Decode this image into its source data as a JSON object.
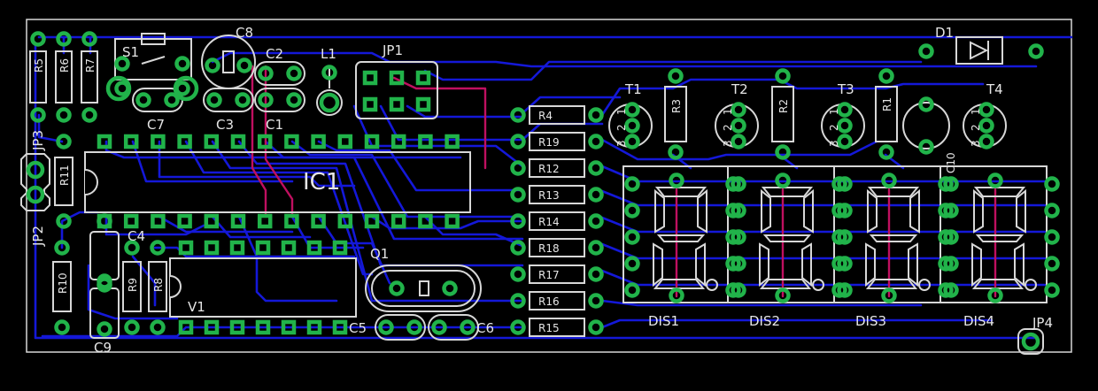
{
  "title": "",
  "components": {
    "ic1": "IC1",
    "v1": "V1",
    "q1": "Q1",
    "s1": "S1",
    "d1": "D1",
    "l1": "L1",
    "jp1": "JP1",
    "jp2": "JP2",
    "jp3": "JP3",
    "jp4": "JP4",
    "c1": "C1",
    "c2": "C2",
    "c3": "C3",
    "c4": "C4",
    "c5": "C5",
    "c6": "C6",
    "c7": "C7",
    "c8": "C8",
    "c9": "C9",
    "c10": "C10",
    "r1": "R1",
    "r2": "R2",
    "r3": "R3",
    "r5": "R5",
    "r6": "R6",
    "r7": "R7",
    "r8": "R8",
    "r9": "R9",
    "r10": "R10",
    "r11": "R11",
    "t1": "T1",
    "t2": "T2",
    "t3": "T3",
    "t4": "T4",
    "dis1": "DIS1",
    "dis2": "DIS2",
    "dis3": "DIS3",
    "dis4": "DIS4"
  },
  "resistor_column": [
    "R4",
    "R19",
    "R12",
    "R13",
    "R14",
    "R18",
    "R17",
    "R16",
    "R15"
  ],
  "transistor_pins": [
    "3",
    "2",
    "1"
  ],
  "colors": {
    "background": "#000000",
    "outline": "#d7d7d7",
    "bottom_trace": "#1418d8",
    "top_trace": "#c01060",
    "pad": "#21b34a"
  }
}
